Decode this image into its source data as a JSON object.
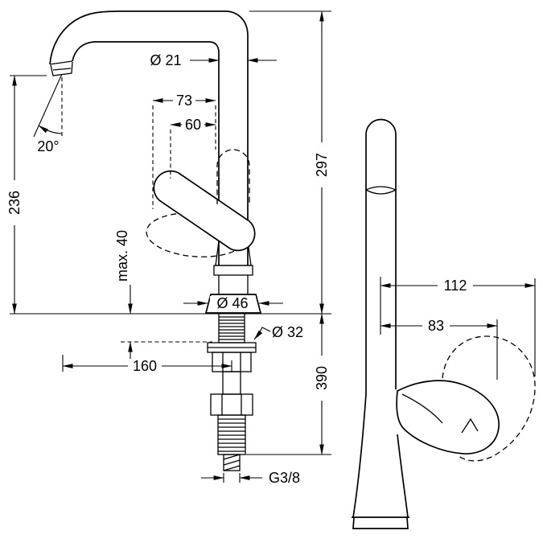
{
  "front_view": {
    "dims": {
      "spout_diameter": "Ø 21",
      "handle_width_73": "73",
      "handle_width_60": "60",
      "spout_angle": "20°",
      "outlet_height": "236",
      "total_height": "297",
      "max_mounting_thickness": "max. 40",
      "base_diameter": "Ø 46",
      "mounting_hole_diameter": "Ø 32",
      "spout_projection": "160",
      "below_deck_length": "390",
      "supply_thread": "G3/8"
    }
  },
  "side_view": {
    "dims": {
      "depth_with_handle": "112",
      "handle_depth": "83"
    }
  },
  "style": {
    "background": "#ffffff",
    "line_color": "#000000"
  }
}
